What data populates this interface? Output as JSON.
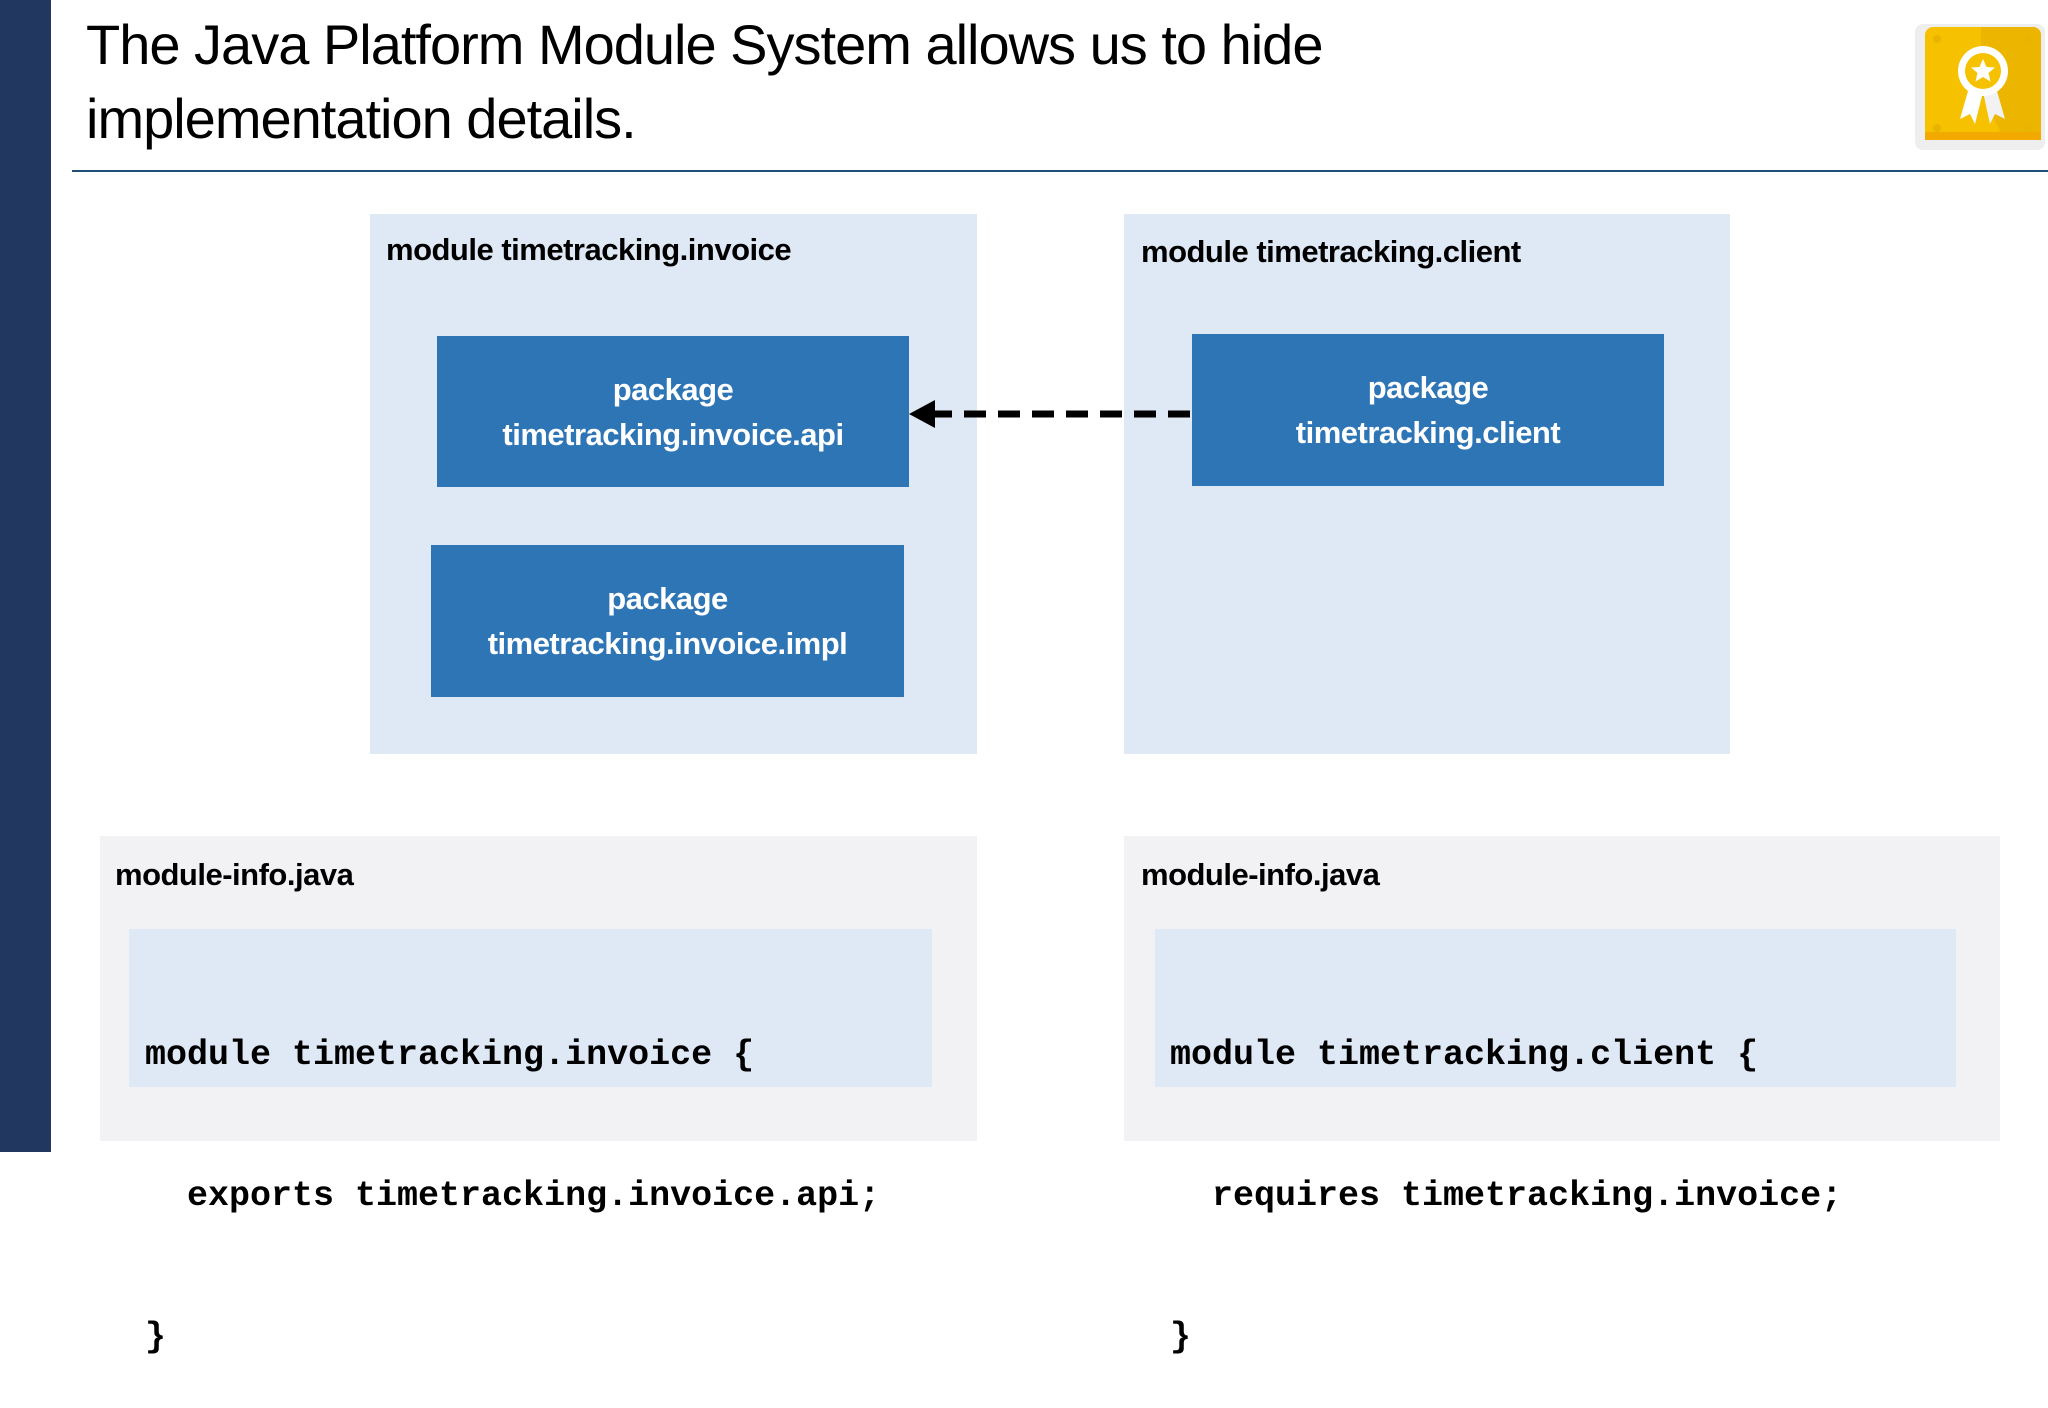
{
  "slide": {
    "title_line1": "The Java Platform Module System allows us to hide",
    "title_line2": "implementation details.",
    "badge_icon": "award-ribbon-icon",
    "colors": {
      "sidebar": "#22375f",
      "package": "#2e75b6",
      "module_bg": "#dfe8f5",
      "panel_bg": "#f2f2f5",
      "badge": "#f5c518"
    }
  },
  "modules": {
    "invoice": {
      "label": "module timetracking.invoice",
      "packages": [
        {
          "line1": "package",
          "line2": "timetracking.invoice.api"
        },
        {
          "line1": "package",
          "line2": "timetracking.invoice.impl"
        }
      ]
    },
    "client": {
      "label": "module timetracking.client",
      "packages": [
        {
          "line1": "package",
          "line2": "timetracking.client"
        }
      ]
    }
  },
  "module_info": {
    "left": {
      "label": "module-info.java",
      "lines": [
        "module timetracking.invoice {",
        "  exports timetracking.invoice.api;",
        "}"
      ]
    },
    "right": {
      "label": "module-info.java",
      "lines": [
        "module timetracking.client {",
        "  requires timetracking.invoice;",
        "}"
      ]
    }
  }
}
